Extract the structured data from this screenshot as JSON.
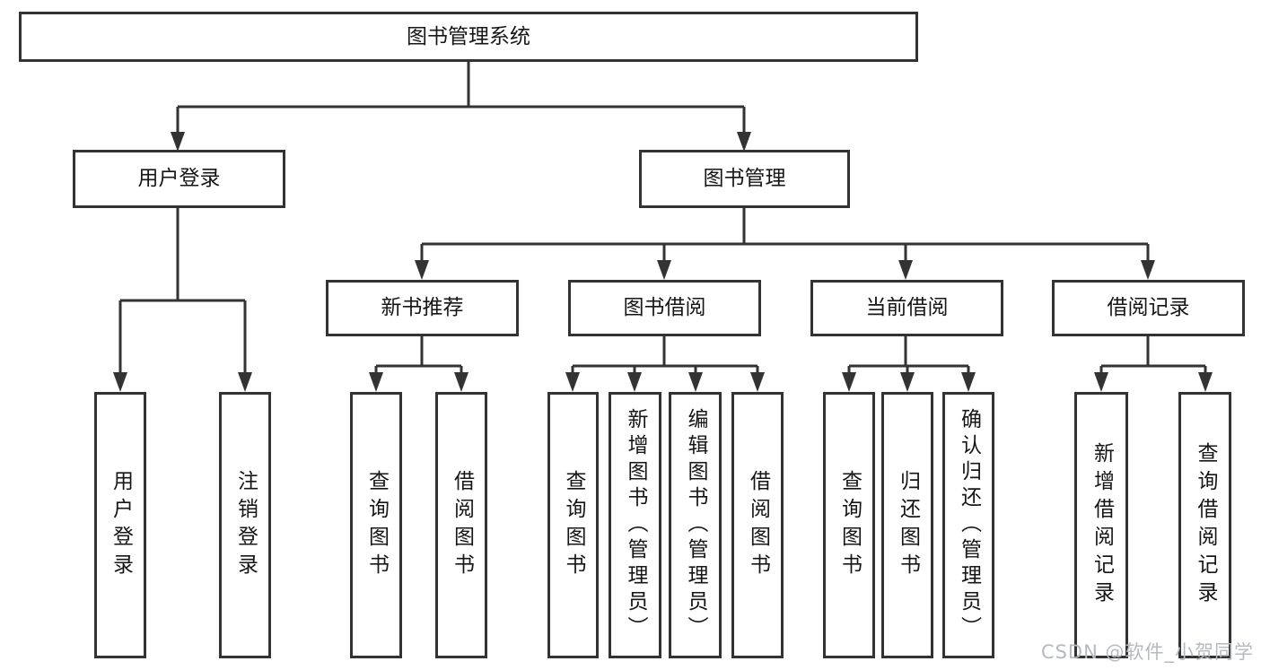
{
  "tree": {
    "label": "图书管理系统",
    "children": [
      {
        "label": "用户登录",
        "children": [
          {
            "label": "用户登录"
          },
          {
            "label": "注销登录"
          }
        ]
      },
      {
        "label": "图书管理",
        "children": [
          {
            "label": "新书推荐",
            "children": [
              {
                "label": "查询图书"
              },
              {
                "label": "借阅图书"
              }
            ]
          },
          {
            "label": "图书借阅",
            "children": [
              {
                "label": "查询图书"
              },
              {
                "label": "新增图书（管理员）"
              },
              {
                "label": "编辑图书（管理员）"
              },
              {
                "label": "借阅图书"
              }
            ]
          },
          {
            "label": "当前借阅",
            "children": [
              {
                "label": "查询图书"
              },
              {
                "label": "归还图书"
              },
              {
                "label": "确认归还（管理员）"
              }
            ]
          },
          {
            "label": "借阅记录",
            "children": [
              {
                "label": "新增借阅记录"
              },
              {
                "label": "查询借阅记录"
              }
            ]
          }
        ]
      }
    ]
  },
  "watermark": "CSDN @软件_小贺同学",
  "colors": {
    "line": "#333333",
    "text": "#161616",
    "watermark": "#b5b9c0",
    "background": "#ffffff"
  }
}
